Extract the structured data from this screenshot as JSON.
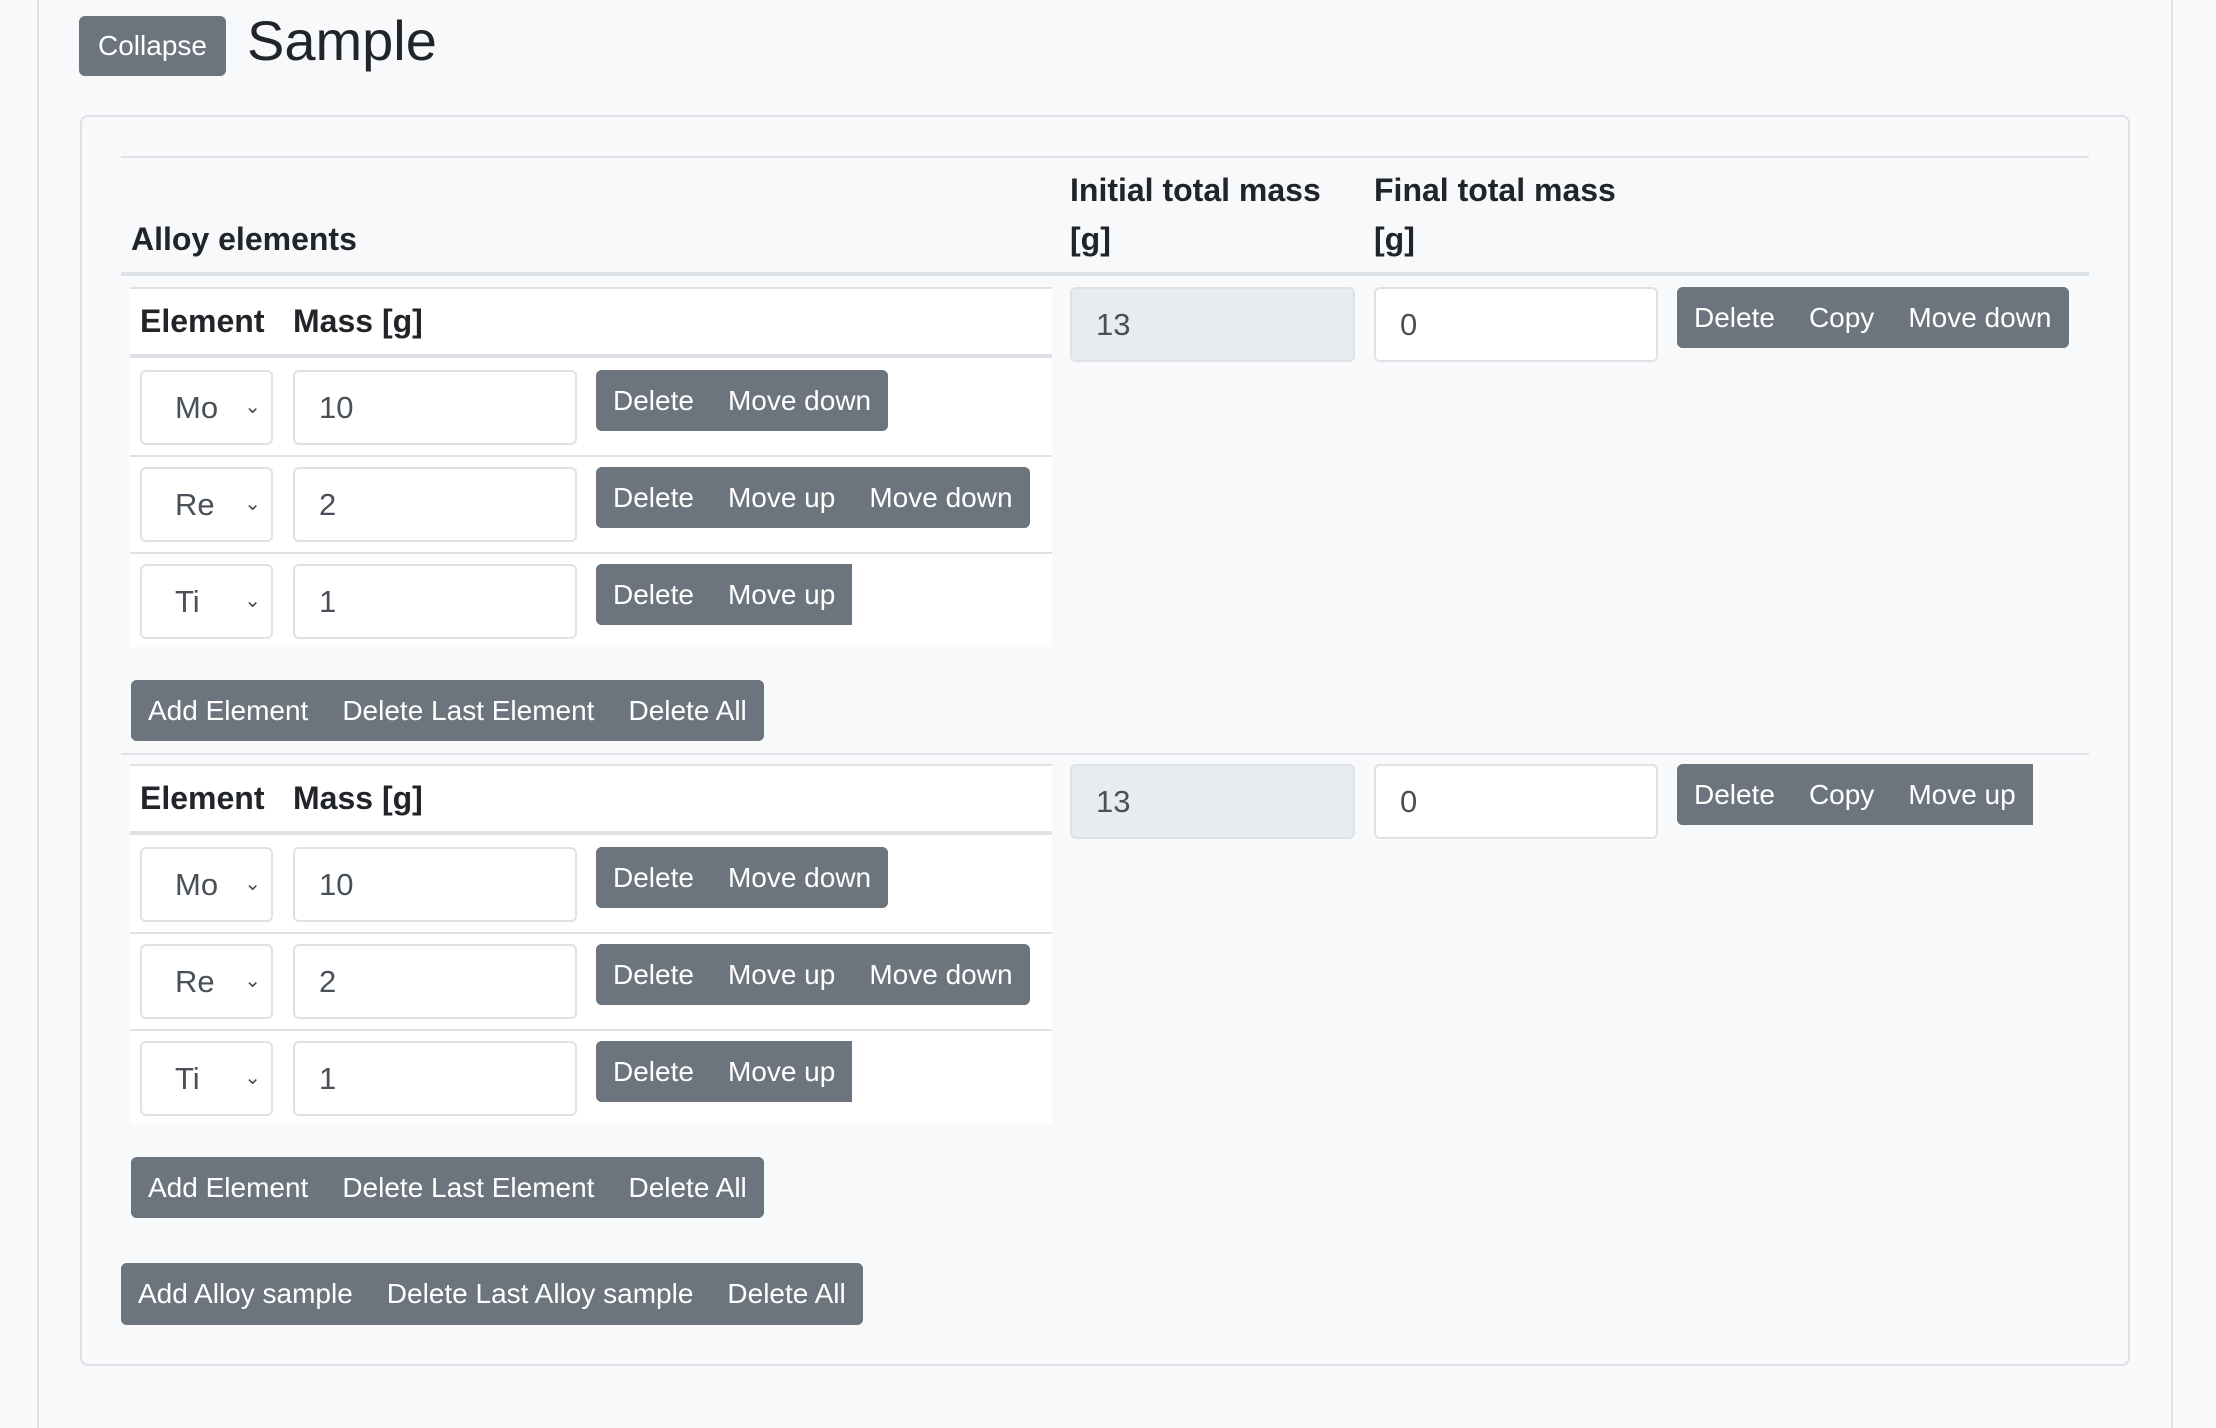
{
  "header": {
    "collapse_label": "Collapse",
    "title": "Sample"
  },
  "table_header": {
    "alloy_elements": "Alloy elements",
    "initial_total_mass_line1": "Initial total mass",
    "initial_total_mass_line2": "[g]",
    "final_total_mass_line1": "Final total mass",
    "final_total_mass_line2": "[g]"
  },
  "samples": [
    {
      "element_header": "Element",
      "mass_header": "Mass [g]",
      "elements": [
        {
          "element": "Mo",
          "mass": "10",
          "buttons": [
            "Delete",
            "Move down"
          ]
        },
        {
          "element": "Re",
          "mass": "2",
          "buttons": [
            "Delete",
            "Move up",
            "Move down"
          ]
        },
        {
          "element": "Ti",
          "mass": "1",
          "buttons": [
            "Delete",
            "Move up"
          ]
        }
      ],
      "initial_total_mass": "13",
      "final_total_mass": "0",
      "sample_buttons": [
        "Delete",
        "Copy",
        "Move down"
      ],
      "element_actions": [
        "Add Element",
        "Delete Last Element",
        "Delete All"
      ]
    },
    {
      "element_header": "Element",
      "mass_header": "Mass [g]",
      "elements": [
        {
          "element": "Mo",
          "mass": "10",
          "buttons": [
            "Delete",
            "Move down"
          ]
        },
        {
          "element": "Re",
          "mass": "2",
          "buttons": [
            "Delete",
            "Move up",
            "Move down"
          ]
        },
        {
          "element": "Ti",
          "mass": "1",
          "buttons": [
            "Delete",
            "Move up"
          ]
        }
      ],
      "initial_total_mass": "13",
      "final_total_mass": "0",
      "sample_buttons": [
        "Delete",
        "Copy",
        "Move up"
      ],
      "element_actions": [
        "Add Element",
        "Delete Last Element",
        "Delete All"
      ]
    }
  ],
  "alloy_actions": [
    "Add Alloy sample",
    "Delete Last Alloy sample",
    "Delete All"
  ],
  "icons": {
    "select_chevron": "chevron-down-icon"
  },
  "colors": {
    "button_secondary": "#6c757d",
    "background": "#f8f9fa",
    "border": "#dee2e6",
    "readonly_input": "#e9ecef"
  }
}
